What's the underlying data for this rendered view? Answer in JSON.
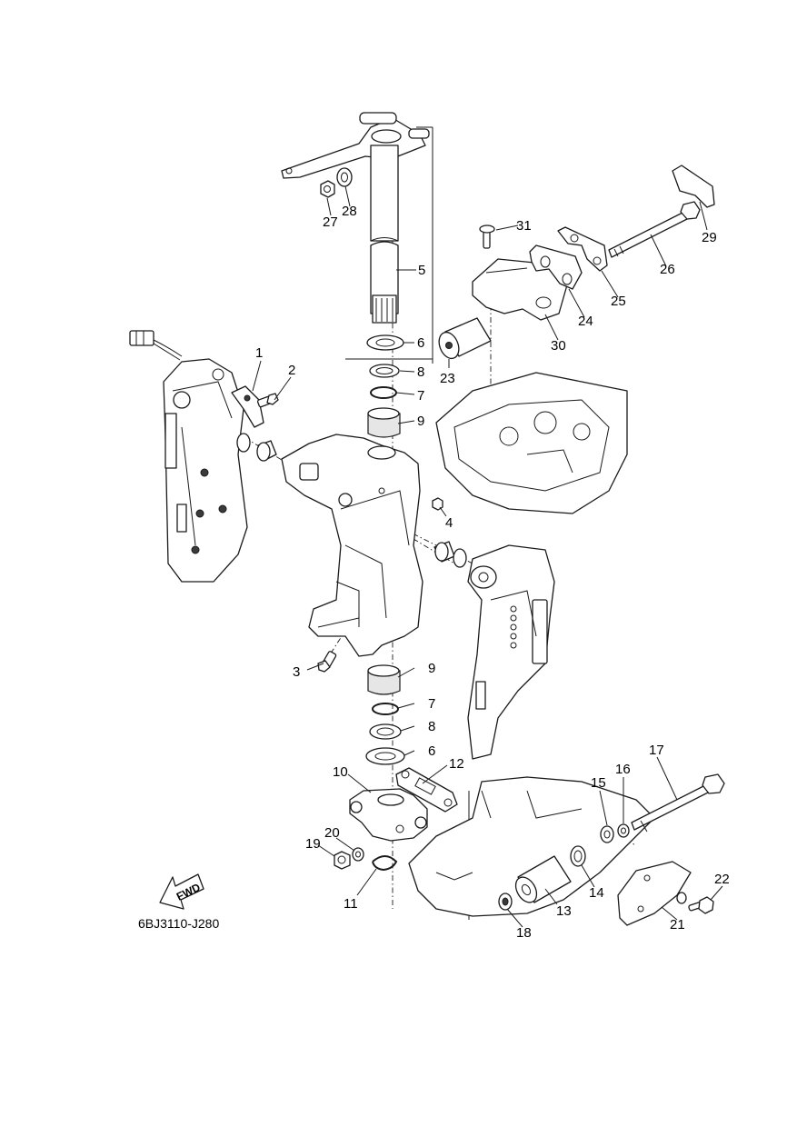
{
  "diagram": {
    "code": "6BJ3110-J280",
    "fwd_label": "FWD",
    "callouts": [
      {
        "id": "c1",
        "text": "1"
      },
      {
        "id": "c2",
        "text": "2"
      },
      {
        "id": "c3",
        "text": "3"
      },
      {
        "id": "c4",
        "text": "4"
      },
      {
        "id": "c5",
        "text": "5"
      },
      {
        "id": "c6a",
        "text": "6"
      },
      {
        "id": "c6b",
        "text": "6"
      },
      {
        "id": "c7a",
        "text": "7"
      },
      {
        "id": "c7b",
        "text": "7"
      },
      {
        "id": "c8a",
        "text": "8"
      },
      {
        "id": "c8b",
        "text": "8"
      },
      {
        "id": "c9a",
        "text": "9"
      },
      {
        "id": "c9b",
        "text": "9"
      },
      {
        "id": "c10",
        "text": "10"
      },
      {
        "id": "c11",
        "text": "11"
      },
      {
        "id": "c12",
        "text": "12"
      },
      {
        "id": "c13",
        "text": "13"
      },
      {
        "id": "c14",
        "text": "14"
      },
      {
        "id": "c15",
        "text": "15"
      },
      {
        "id": "c16",
        "text": "16"
      },
      {
        "id": "c17",
        "text": "17"
      },
      {
        "id": "c18",
        "text": "18"
      },
      {
        "id": "c19",
        "text": "19"
      },
      {
        "id": "c20",
        "text": "20"
      },
      {
        "id": "c21",
        "text": "21"
      },
      {
        "id": "c22",
        "text": "22"
      },
      {
        "id": "c23",
        "text": "23"
      },
      {
        "id": "c24",
        "text": "24"
      },
      {
        "id": "c25",
        "text": "25"
      },
      {
        "id": "c26",
        "text": "26"
      },
      {
        "id": "c27",
        "text": "27"
      },
      {
        "id": "c28",
        "text": "28"
      },
      {
        "id": "c29",
        "text": "29"
      },
      {
        "id": "c30",
        "text": "30"
      },
      {
        "id": "c31",
        "text": "31"
      }
    ]
  }
}
